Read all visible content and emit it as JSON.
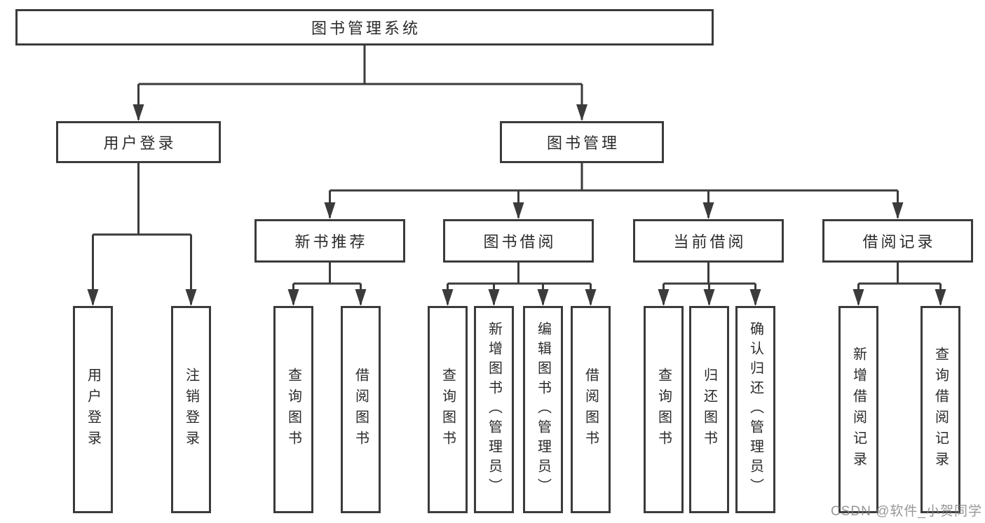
{
  "nodes": {
    "root": "图书管理系统",
    "user_login_branch": "用户登录",
    "book_management": "图书管理",
    "user_login": "用户登录",
    "logout": "注销登录",
    "new_book_recommend": "新书推荐",
    "book_borrowing": "图书借阅",
    "current_borrowing": "当前借阅",
    "borrowing_records": "借阅记录",
    "nbr_query_books": "查询图书",
    "nbr_borrow_books": "借阅图书",
    "bb_query_books": "查询图书",
    "bb_add_books": "新增图书（管理员）",
    "bb_edit_books": "编辑图书（管理员）",
    "bb_borrow_books": "借阅图书",
    "cb_query_books": "查询图书",
    "cb_return_books": "归还图书",
    "cb_confirm_return": "确认归还（管理员）",
    "br_add_record": "新增借阅记录",
    "br_query_record": "查询借阅记录"
  },
  "watermark": "CSDN @软件_小贺同学",
  "colors": {
    "line": "#3b3b3b",
    "box_border": "#3b3b3b",
    "text": "#2b2b2b",
    "background": "#ffffff",
    "watermark": "#9c9c9c"
  }
}
